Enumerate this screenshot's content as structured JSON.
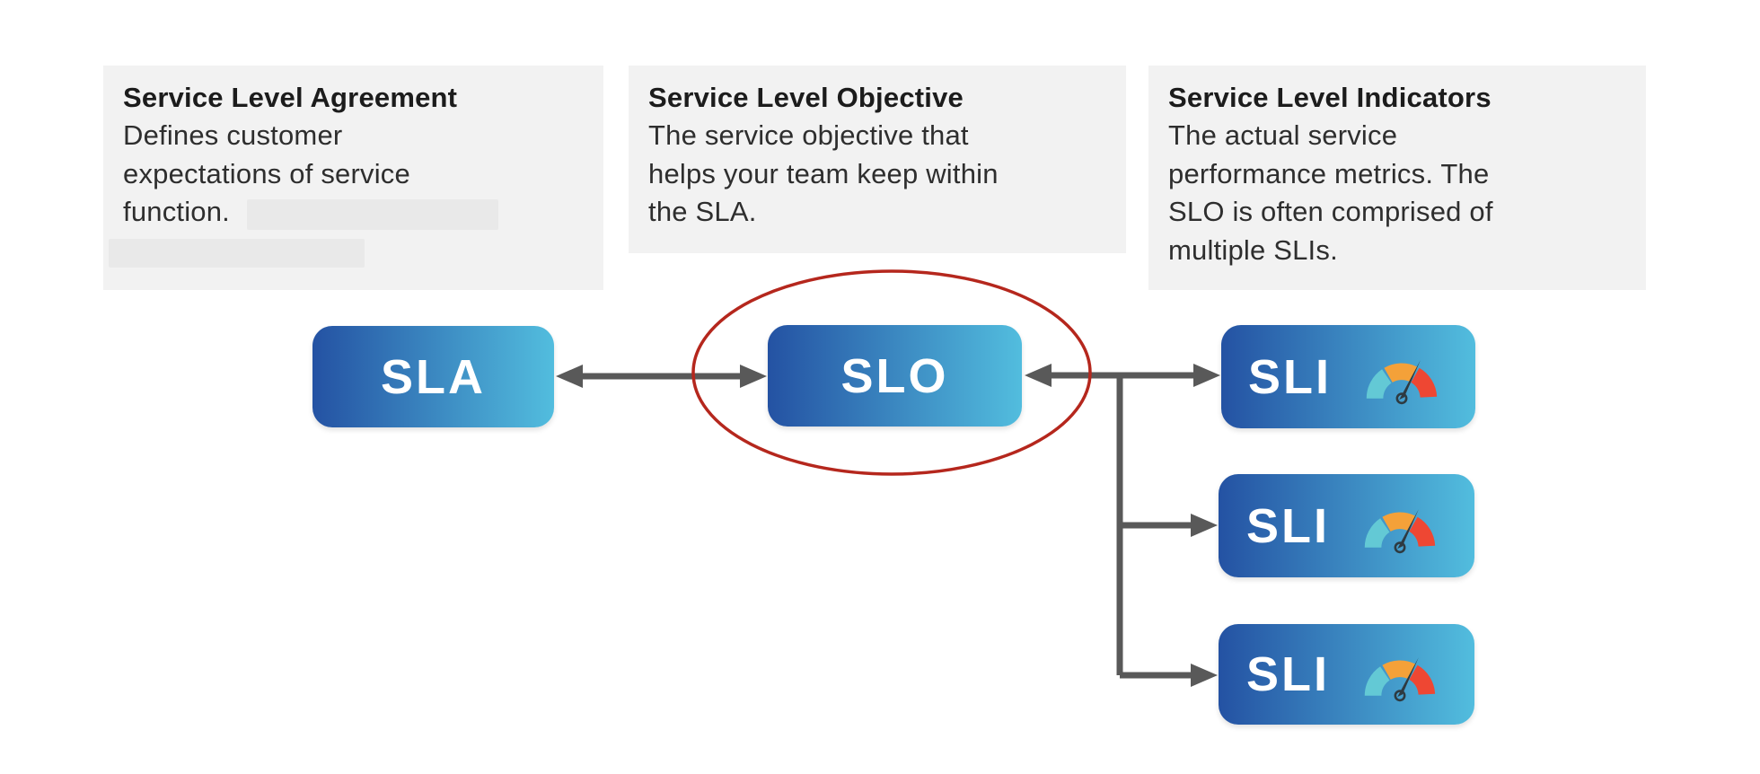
{
  "panels": [
    {
      "title": "Service Level Agreement",
      "body": "Defines customer expectations of service function."
    },
    {
      "title": "Service Level Objective",
      "body": "The service objective that helps your team keep within the SLA."
    },
    {
      "title": "Service Level Indicators",
      "body": "The actual service performance metrics. The SLO is often comprised of multiple SLIs."
    }
  ],
  "nodes": {
    "sla": {
      "label": "SLA"
    },
    "slo": {
      "label": "SLO",
      "highlighted": "red-ellipse"
    },
    "sli": [
      {
        "label": "SLI",
        "icon": "gauge-icon"
      },
      {
        "label": "SLI",
        "icon": "gauge-icon"
      },
      {
        "label": "SLI",
        "icon": "gauge-icon"
      }
    ]
  },
  "connections": [
    {
      "from": "SLA",
      "to": "SLO",
      "style": "double-arrow"
    },
    {
      "from": "SLO",
      "to": "SLI-1",
      "style": "double-arrow"
    },
    {
      "from": "branch",
      "to": "SLI-2",
      "style": "arrow"
    },
    {
      "from": "branch",
      "to": "SLI-3",
      "style": "arrow"
    }
  ],
  "colors": {
    "panel-bg": "#f2f2f2",
    "redaction": "#e9e9e9",
    "heading": "#1c1c1c",
    "body": "#2e2e2e",
    "node-grad-start": "#2452a3",
    "node-grad-end": "#52bdde",
    "node-label": "#ffffff",
    "arrow": "#595959",
    "ellipse": "#b5271d",
    "gauge-teal": "#63c9d5",
    "gauge-orange": "#f4a139",
    "gauge-red": "#ee4733",
    "needle": "#2e3a41"
  }
}
